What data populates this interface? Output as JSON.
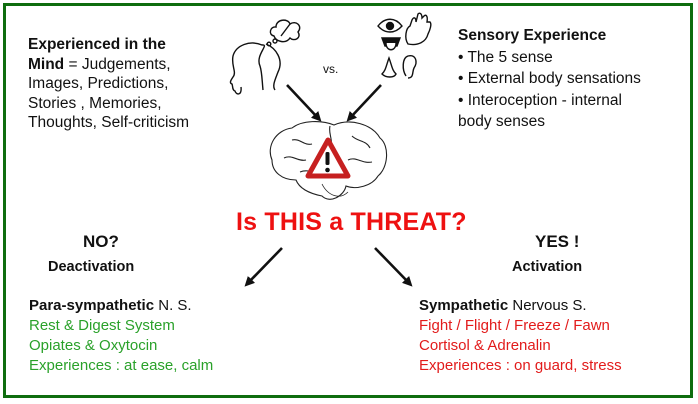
{
  "mind": {
    "heading_bold_1": "Experienced in the",
    "heading_bold_2": "Mind",
    "heading_rest": " = Judgements,",
    "lines": [
      "Images, Predictions,",
      "Stories , Memories,",
      "Thoughts, Self-criticism"
    ]
  },
  "vs_label": "vs.",
  "sensory": {
    "title": "Sensory Experience",
    "items": [
      "• The 5 sense",
      "• External body sensations",
      "• Interoception - internal",
      "body senses"
    ]
  },
  "center": {
    "question": "Is THIS a THREAT?",
    "icons": [
      "head-thought-icon",
      "senses-icon",
      "brain-icon",
      "warning-triangle-icon"
    ]
  },
  "no_branch": {
    "title": "NO?",
    "subtitle": "Deactivation",
    "system_bold": "Para-sympathetic",
    "system_rest": " N. S.",
    "effects": [
      "Rest & Digest System",
      "Opiates & Oxytocin",
      "Experiences : at ease, calm"
    ],
    "color": "#2aa12a"
  },
  "yes_branch": {
    "title": "YES !",
    "subtitle": "Activation",
    "system_bold": "Sympathetic",
    "system_rest": " Nervous S.",
    "effects": [
      "Fight / Flight / Freeze / Fawn",
      "Cortisol  & Adrenalin",
      "Experiences : on guard, stress"
    ],
    "color": "#e21b1b"
  },
  "colors": {
    "frame": "#0f6d0f",
    "threat": "#ee1111"
  }
}
